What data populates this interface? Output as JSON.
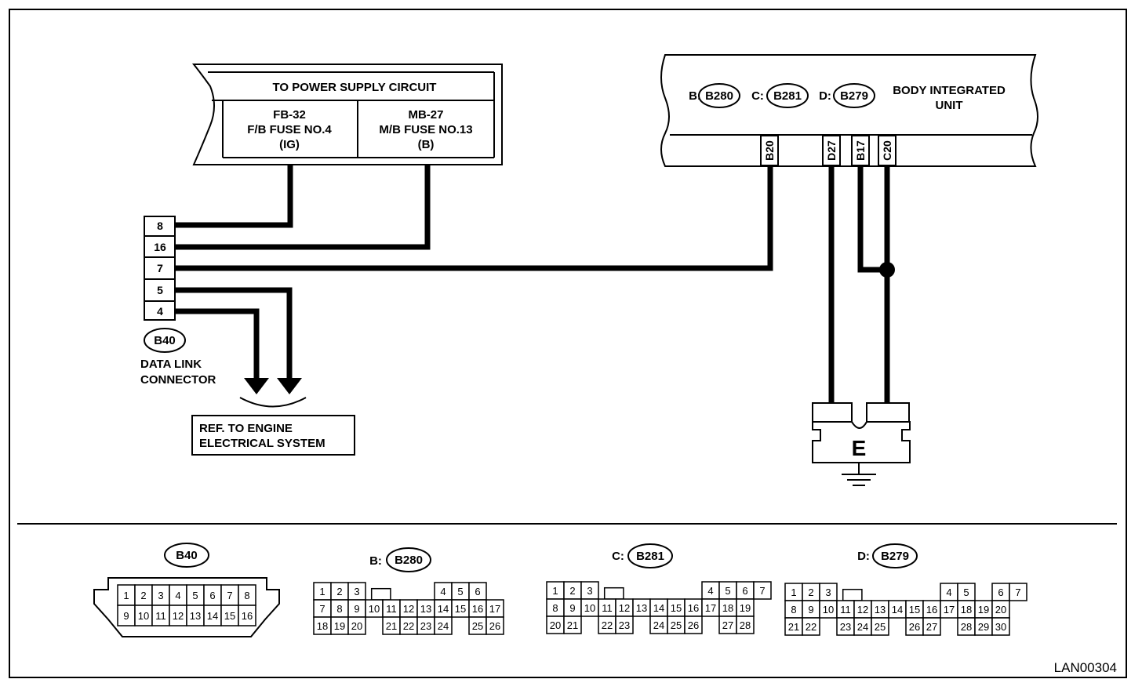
{
  "power_supply": {
    "title": "TO POWER SUPPLY CIRCUIT",
    "left": {
      "line1": "FB-32",
      "line2": "F/B FUSE NO.4",
      "line3": "(IG)"
    },
    "right": {
      "line1": "MB-27",
      "line2": "M/B FUSE NO.13",
      "line3": "(B)"
    }
  },
  "body_unit": {
    "title_line1": "BODY INTEGRATED",
    "title_line2": "UNIT",
    "connectors": [
      {
        "prefix": "B:",
        "code": "B280"
      },
      {
        "prefix": "C:",
        "code": "B281"
      },
      {
        "prefix": "D:",
        "code": "B279"
      }
    ],
    "terminals": [
      "B20",
      "D27",
      "B17",
      "C20"
    ]
  },
  "data_link": {
    "pins": [
      "8",
      "16",
      "7",
      "5",
      "4"
    ],
    "code": "B40",
    "label_line1": "DATA LINK",
    "label_line2": "CONNECTOR"
  },
  "ref_box": {
    "line1": "REF. TO ENGINE",
    "line2": "ELECTRICAL SYSTEM"
  },
  "ground": {
    "label": "E"
  },
  "legend": {
    "b40": {
      "code": "B40",
      "row1": [
        "1",
        "2",
        "3",
        "4",
        "5",
        "6",
        "7",
        "8"
      ],
      "row2": [
        "9",
        "10",
        "11",
        "12",
        "13",
        "14",
        "15",
        "16"
      ]
    },
    "b280": {
      "prefix": "B:",
      "code": "B280",
      "row1": [
        "1",
        "2",
        "3",
        "",
        "",
        "",
        "",
        "4",
        "5",
        "6"
      ],
      "row2": [
        "7",
        "8",
        "9",
        "10",
        "11",
        "12",
        "13",
        "14",
        "15",
        "16",
        "17"
      ],
      "row3": [
        "18",
        "19",
        "20",
        "",
        "21",
        "22",
        "23",
        "24",
        "",
        "25",
        "26"
      ]
    },
    "b281": {
      "prefix": "C:",
      "code": "B281",
      "row1": [
        "1",
        "2",
        "3",
        "",
        "",
        "",
        "",
        "",
        "",
        "4",
        "5",
        "6",
        "7"
      ],
      "row2": [
        "8",
        "9",
        "10",
        "11",
        "12",
        "13",
        "14",
        "15",
        "16",
        "17",
        "18",
        "19"
      ],
      "row3": [
        "20",
        "21",
        "",
        "22",
        "23",
        "",
        "24",
        "25",
        "26",
        "",
        "27",
        "28"
      ]
    },
    "b279": {
      "prefix": "D:",
      "code": "B279",
      "row1": [
        "1",
        "2",
        "3",
        "",
        "",
        "",
        "",
        "",
        "",
        "4",
        "5",
        "",
        "6",
        "7"
      ],
      "row2": [
        "8",
        "9",
        "10",
        "11",
        "12",
        "13",
        "14",
        "15",
        "16",
        "17",
        "18",
        "19",
        "20"
      ],
      "row3": [
        "21",
        "22",
        "",
        "23",
        "24",
        "25",
        "",
        "26",
        "27",
        "",
        "28",
        "29",
        "30"
      ]
    }
  },
  "diagram_code": "LAN00304"
}
